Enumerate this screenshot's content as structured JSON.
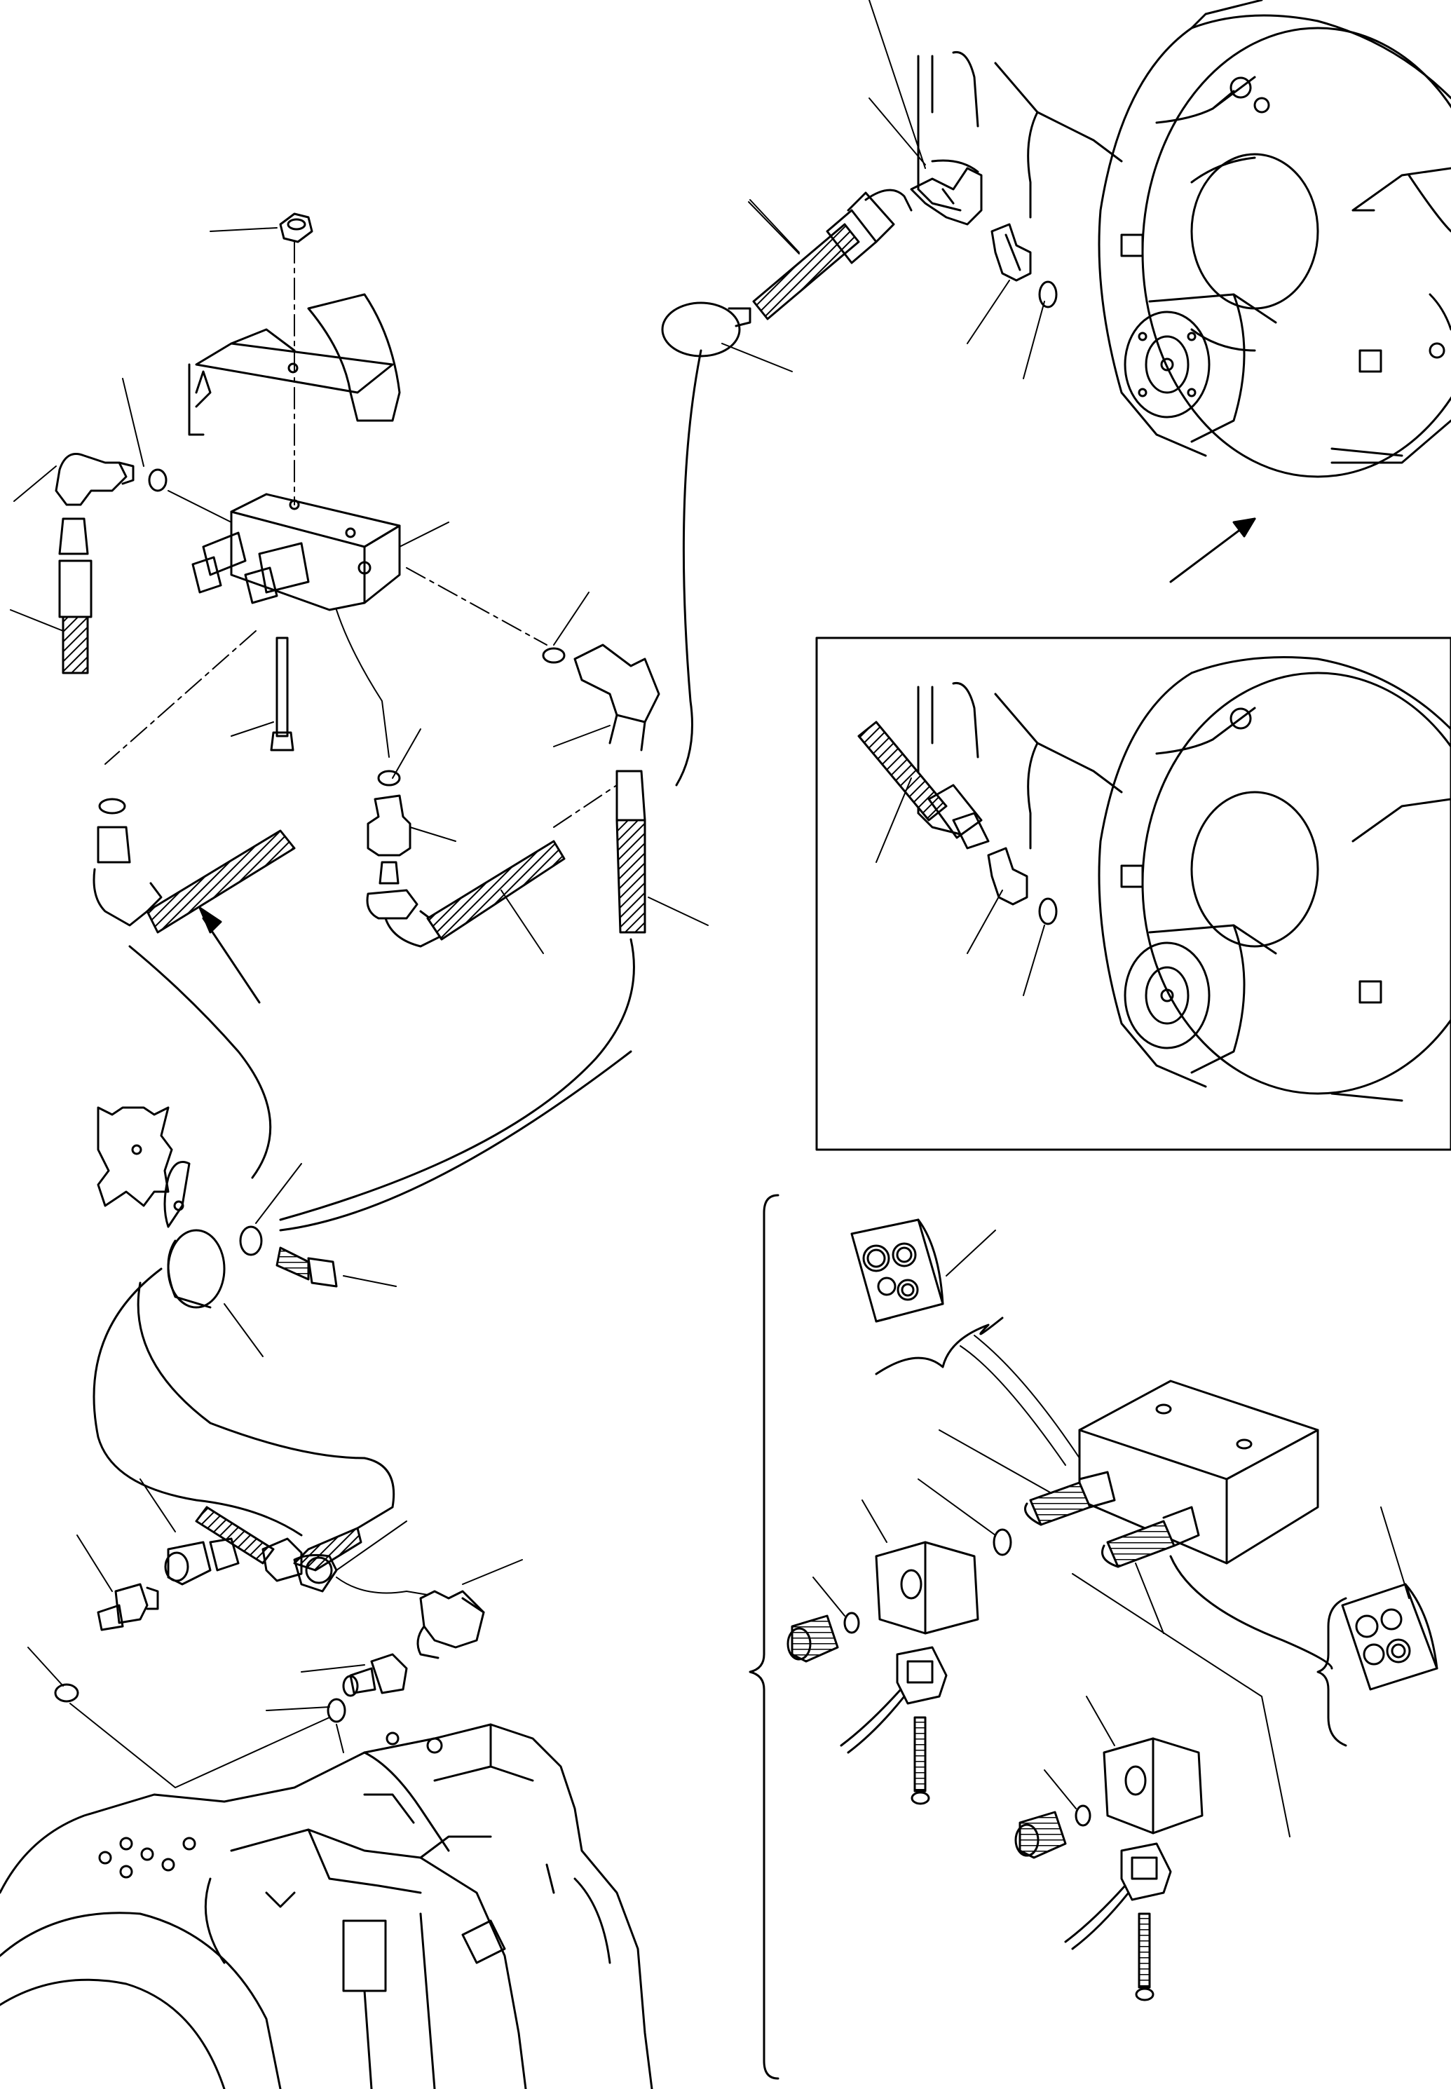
{
  "diagram": {
    "kind": "exploded-parts-illustration",
    "line_color": "#000000",
    "background": "#ffffff",
    "printed_text": [],
    "groups": [
      {
        "id": "valve-block-assembly",
        "parts": [
          "nut",
          "mounting-bracket",
          "solenoid-valve-block",
          "bolt",
          "elbow-fitting",
          "o-ring",
          "adapter",
          "hose"
        ]
      },
      {
        "id": "transmission-housing-top",
        "parts": [
          "elbow-fitting",
          "adapter",
          "o-ring",
          "hose",
          "clamp"
        ]
      },
      {
        "id": "detail-inset-transmission",
        "parts": [
          "hose",
          "adapter",
          "o-ring"
        ]
      },
      {
        "id": "hose-clip-and-screw",
        "parts": [
          "clip",
          "washer",
          "screw",
          "hose"
        ]
      },
      {
        "id": "gearbox-connection",
        "parts": [
          "hose",
          "nut",
          "adapter",
          "o-ring",
          "elbow-fitting"
        ]
      },
      {
        "id": "solenoid-valve-breakdown",
        "parts": [
          "seal-kit",
          "valve-body",
          "cartridge",
          "o-ring",
          "coil",
          "nut",
          "connector",
          "screw"
        ]
      }
    ]
  }
}
